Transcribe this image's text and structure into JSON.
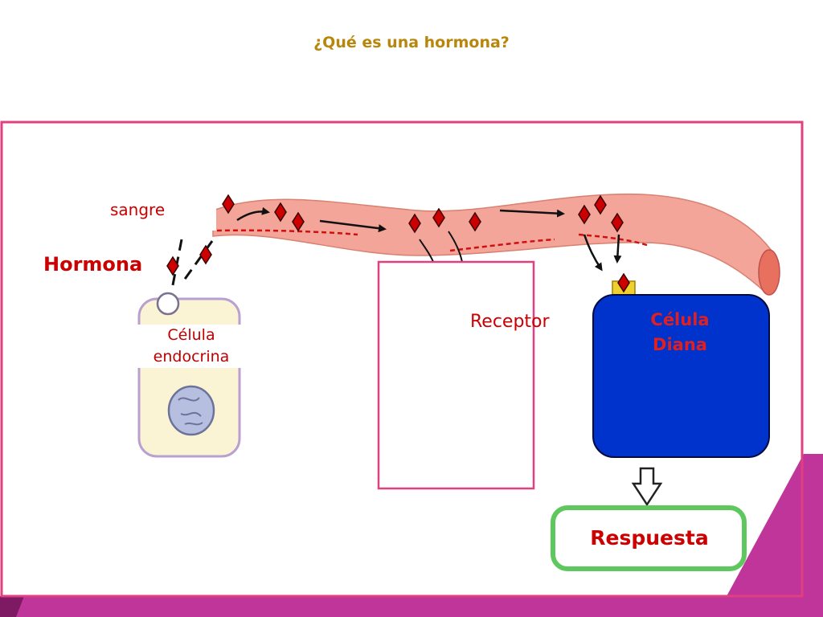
{
  "slide": {
    "title": "¿Qué es una hormona?"
  },
  "diagram": {
    "labels": {
      "sangre": "sangre",
      "hormona": "Hormona",
      "celula_endocrina_line1": "Célula",
      "celula_endocrina_line2": "endocrina",
      "receptor": "Receptor",
      "celula_diana_line1": "Célula",
      "celula_diana_line2": "Diana",
      "respuesta": "Respuesta"
    },
    "colors": {
      "title": "#b8860b",
      "label_red": "#cc0000",
      "vessel": "#f2a598",
      "vessel_edge": "#c0504d",
      "hormone": "#cc0000",
      "frame_pink": "#e0407f",
      "target_cell": "#0033cc",
      "response_box": "#5ec85e",
      "endocrine_cell": "#fbf4d4",
      "endocrine_border": "#b9a0d0",
      "accent_magenta": "#c0359a"
    }
  }
}
